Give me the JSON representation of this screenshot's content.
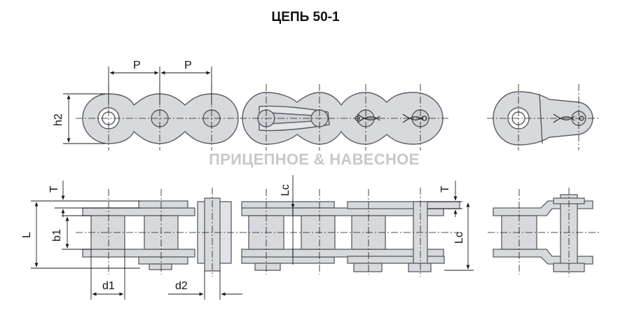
{
  "title": "ЦЕПЬ 50-1",
  "watermark": "ПРИЦЕПНОЕ & НАВЕСНОЕ",
  "labels": {
    "p1": "P",
    "p2": "P",
    "h2": "h2",
    "t_left": "T",
    "lc_top": "Lc",
    "t_right": "T",
    "l": "L",
    "b1": "b1",
    "lc_right": "Lc",
    "d1": "d1",
    "d2": "d2"
  },
  "colors": {
    "link_fill": "#d7d9dc",
    "link_stroke": "#5a5d62",
    "line": "#1a1a1a"
  }
}
